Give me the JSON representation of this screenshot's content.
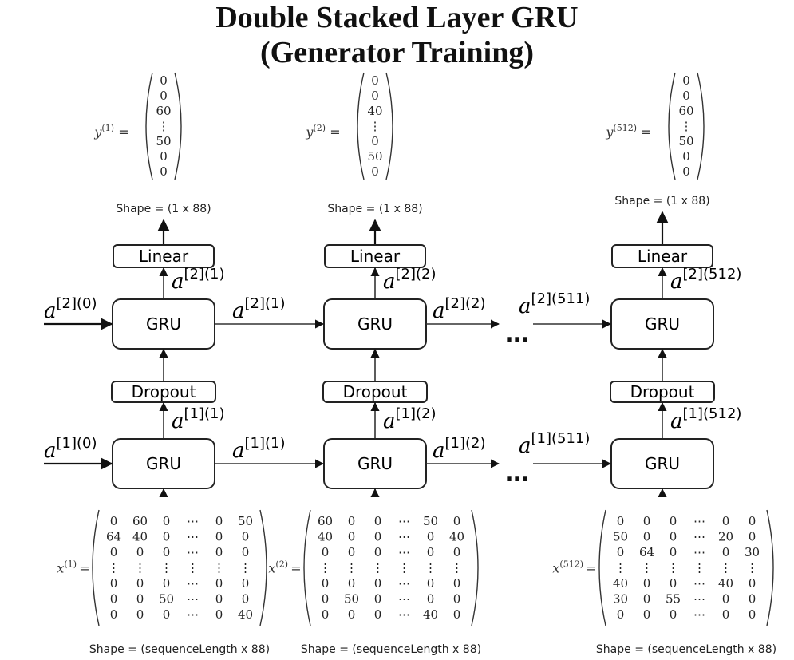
{
  "title": {
    "line1": "Double Stacked Layer GRU",
    "line2": "(Generator Training)"
  },
  "labels": {
    "linear": "Linear",
    "gru": "GRU",
    "dropout": "Dropout",
    "ellipsis": "…",
    "a_base": "a"
  },
  "columns": [
    {
      "y_sup": "(1)",
      "y_vector": [
        "0",
        "0",
        "60",
        "⋮",
        "50",
        "0",
        "0"
      ],
      "y_shape": "Shape = (1 x 88)",
      "a2_out_sup": "[2](1)",
      "a1_out_sup": "[1](1)",
      "a2_in_sup": "[2](0)",
      "a1_in_sup": "[1](0)",
      "x_sup": "(1)",
      "x_matrix": [
        [
          "0",
          "60",
          "0",
          "⋯",
          "0",
          "50"
        ],
        [
          "64",
          "40",
          "0",
          "⋯",
          "0",
          "0"
        ],
        [
          "0",
          "0",
          "0",
          "⋯",
          "0",
          "0"
        ],
        [
          "⋮",
          "⋮",
          "⋮",
          "⋮",
          "⋮",
          "⋮"
        ],
        [
          "0",
          "0",
          "0",
          "⋯",
          "0",
          "0"
        ],
        [
          "0",
          "0",
          "50",
          "⋯",
          "0",
          "0"
        ],
        [
          "0",
          "0",
          "0",
          "⋯",
          "0",
          "40"
        ]
      ],
      "x_shape": "Shape = (sequenceLength x 88)"
    },
    {
      "y_sup": "(2)",
      "y_vector": [
        "0",
        "0",
        "40",
        "⋮",
        "0",
        "50",
        "0"
      ],
      "y_shape": "Shape = (1 x 88)",
      "a2_out_sup": "[2](2)",
      "a1_out_sup": "[1](2)",
      "a2_in_sup": "[2](1)",
      "a1_in_sup": "[1](1)",
      "x_sup": "(2)",
      "x_matrix": [
        [
          "60",
          "0",
          "0",
          "⋯",
          "50",
          "0"
        ],
        [
          "40",
          "0",
          "0",
          "⋯",
          "0",
          "40"
        ],
        [
          "0",
          "0",
          "0",
          "⋯",
          "0",
          "0"
        ],
        [
          "⋮",
          "⋮",
          "⋮",
          "⋮",
          "⋮",
          "⋮"
        ],
        [
          "0",
          "0",
          "0",
          "⋯",
          "0",
          "0"
        ],
        [
          "0",
          "50",
          "0",
          "⋯",
          "0",
          "0"
        ],
        [
          "0",
          "0",
          "0",
          "⋯",
          "40",
          "0"
        ]
      ],
      "x_shape": "Shape = (sequenceLength x 88)"
    },
    {
      "y_sup": "(512)",
      "y_vector": [
        "0",
        "0",
        "60",
        "⋮",
        "50",
        "0",
        "0"
      ],
      "y_shape": "Shape = (1 x 88)",
      "a2_out_sup": "[2](512)",
      "a1_out_sup": "[1](512)",
      "a2_in_sup": "[2](511)",
      "a1_in_sup": "[1](511)",
      "x_sup": "(512)",
      "x_matrix": [
        [
          "0",
          "0",
          "0",
          "⋯",
          "0",
          "0"
        ],
        [
          "50",
          "0",
          "0",
          "⋯",
          "20",
          "0"
        ],
        [
          "0",
          "64",
          "0",
          "⋯",
          "0",
          "30"
        ],
        [
          "⋮",
          "⋮",
          "⋮",
          "⋮",
          "⋮",
          "⋮"
        ],
        [
          "40",
          "0",
          "0",
          "⋯",
          "40",
          "0"
        ],
        [
          "30",
          "0",
          "55",
          "⋯",
          "0",
          "0"
        ],
        [
          "0",
          "0",
          "0",
          "⋯",
          "0",
          "0"
        ]
      ],
      "x_shape": "Shape = (sequenceLength x 88)"
    }
  ],
  "between_labels": {
    "a2_12": "[2](1)",
    "a2_23": "[2](2)",
    "a1_12": "[1](1)",
    "a1_23": "[1](2)"
  }
}
